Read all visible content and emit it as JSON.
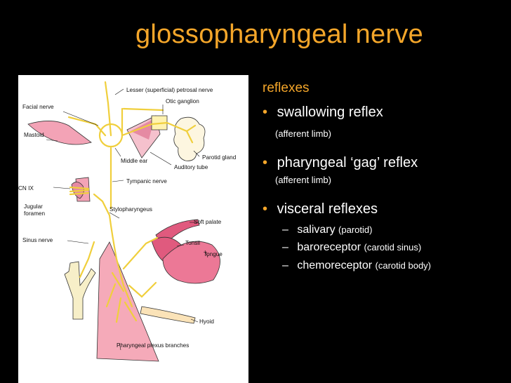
{
  "slide": {
    "title": "glossopharyngeal nerve",
    "accent_color": "#f4a62a",
    "background_color": "#000000"
  },
  "diagram": {
    "labels": {
      "lesser_petrosal": "Lesser (superficial) petrosal nerve",
      "facial_nerve": "Facial nerve",
      "otic_ganglion": "Otic ganglion",
      "mastoid": "Mastoid",
      "parotid_gland": "Parotid gland",
      "middle_ear": "Middle ear",
      "auditory_tube": "Auditory tube",
      "tympanic_nerve": "Tympanic nerve",
      "cn_ix": "CN IX",
      "jugular_foramen_1": "Jugular",
      "jugular_foramen_2": "foramen",
      "stylopharyngeus": "Stylopharyngeus",
      "soft_palate": "Soft palate",
      "sinus_nerve": "Sinus nerve",
      "tonsil": "Tonsil",
      "tongue": "Tongue",
      "hyoid": "Hyoid",
      "pharyngeal_plexus": "Pharyngeal plexus branches"
    }
  },
  "content": {
    "heading": "reflexes",
    "bullet1": "swallowing reflex",
    "bullet1_note": "(afferent limb)",
    "bullet2": "pharyngeal ‘gag’ reflex",
    "bullet2_note": "(afferent limb)",
    "bullet3": "visceral reflexes",
    "sub1_main": "salivary",
    "sub1_note": "(parotid)",
    "sub2_main": "baroreceptor",
    "sub2_note": "(carotid sinus)",
    "sub3_main": "chemoreceptor",
    "sub3_note": "(carotid body)",
    "bullet_glyph": "•",
    "dash_glyph": "–"
  }
}
